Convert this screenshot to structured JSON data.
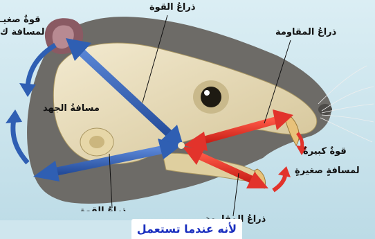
{
  "labels": {
    "force_arm_top": "ذراعُ القوة",
    "small_force_top_line1": "قوةٌ صغيـ",
    "small_force_top_line2": "لمسافة ك",
    "effort_distance": "مسافةُ الجهد",
    "resistance_arm_top": "ذراعُ المقاومة",
    "large_force_line1": "قوةٌ كبيرةٌ",
    "large_force_line2": "لمسافةٍ صغيرةٍ",
    "force_arm_bottom": "ذراعُ القوة",
    "resistance_arm_bottom": "ذراعُ المقاومة"
  },
  "caption": "لأنه عندما تستعمل",
  "colors": {
    "background": "#cfe6ee",
    "force_arrow": "#2f5fb3",
    "resistance_arrow": "#e2332b",
    "skull": "#e9ddb7",
    "head": "#6b6a66",
    "caption_text": "#1a2fbf"
  }
}
